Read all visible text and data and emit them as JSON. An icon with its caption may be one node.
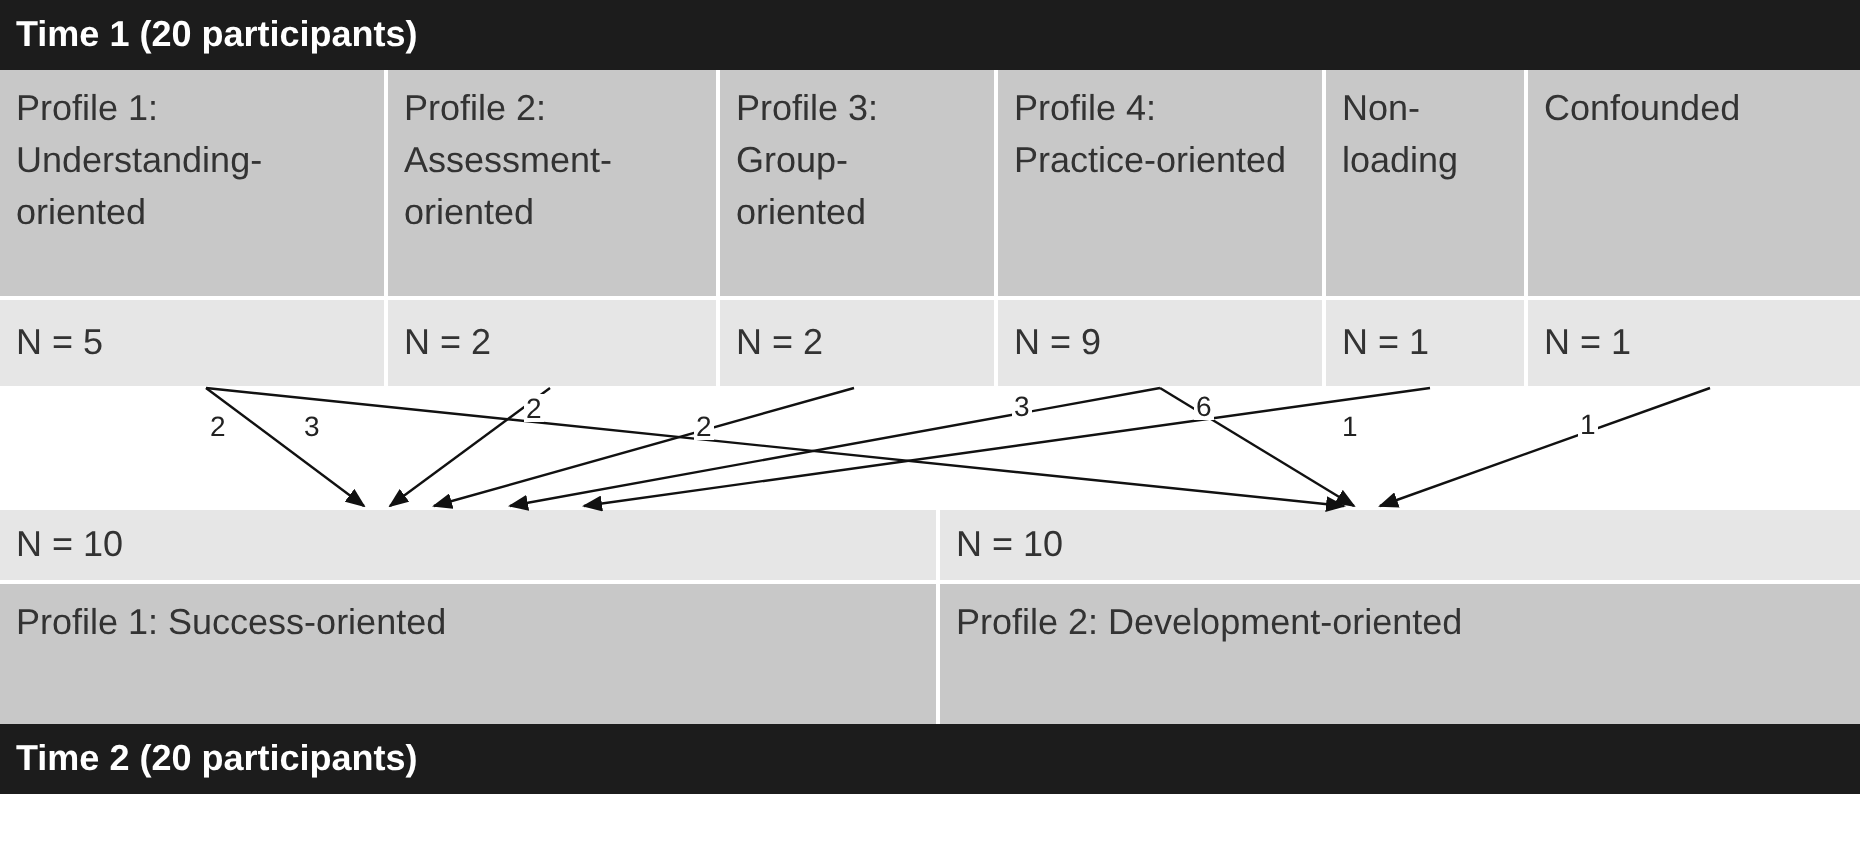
{
  "diagram": {
    "nodes": [
      {
        "text": [
          "Time 1 (20 participants)"
        ]
      },
      {
        "text": [
          "Profile 1: Understanding-oriented",
          "N = 5"
        ]
      },
      {
        "text": [
          "Profile 2: Assessment-oriented",
          "N = 2"
        ]
      },
      {
        "text": [
          "Profile 3: Group-oriented",
          "N = 2"
        ]
      },
      {
        "text": [
          "Profile 4: Practice-oriented",
          "N = 9"
        ]
      },
      {
        "text": [
          "Non-loading",
          "N = 1"
        ]
      },
      {
        "text": [
          "Confounded",
          "N = 1"
        ]
      },
      {
        "text": [
          "N = 10",
          "Profile 1: Success-oriented"
        ]
      },
      {
        "text": [
          "N = 10",
          "Profile 2: Development-oriented"
        ]
      },
      {
        "text": [
          "Time 2 (20 participants)"
        ]
      }
    ],
    "edges": [
      {
        "from": 1,
        "to": 7,
        "arrow": "to",
        "label": "2"
      },
      {
        "from": 1,
        "to": 8,
        "arrow": "to",
        "label": "3"
      },
      {
        "from": 2,
        "to": 7,
        "arrow": "to",
        "label": "2"
      },
      {
        "from": 3,
        "to": 7,
        "arrow": "to",
        "label": "2"
      },
      {
        "from": 4,
        "to": 7,
        "arrow": "to",
        "label": "3"
      },
      {
        "from": 4,
        "to": 8,
        "arrow": "to",
        "label": "6"
      },
      {
        "from": 5,
        "to": 7,
        "arrow": "to",
        "label": "1"
      },
      {
        "from": 6,
        "to": 8,
        "arrow": "to",
        "label": "1"
      }
    ]
  }
}
